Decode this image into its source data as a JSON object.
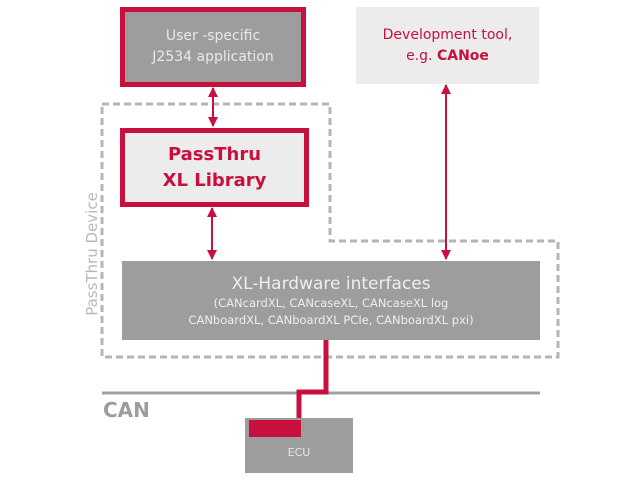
{
  "diagram": {
    "user_app": {
      "line1": "User -specific",
      "line2": "J2534 application"
    },
    "dev_tool": {
      "line1": "Development tool,",
      "line2_prefix": "e.g. ",
      "line2_bold": "CANoe"
    },
    "passthru_library": {
      "line1": "PassThru",
      "line2": "XL Library"
    },
    "xl_hardware": {
      "title": "XL-Hardware interfaces",
      "line1": "(CANcardXL, CANcaseXL, CANcaseXL log",
      "line2": "CANboardXL, CANboardXL PCIe, CANboardXL pxi)"
    },
    "device_region_label": "PassThru Device",
    "bus_label": "CAN",
    "ecu_label": "ECU",
    "colors": {
      "accent_red": "#c8103e",
      "box_gray": "#9c9d9c",
      "box_light": "#ebeceb",
      "dash_gray": "#b5b5b5",
      "bus_gray": "#a0a0a0"
    }
  }
}
